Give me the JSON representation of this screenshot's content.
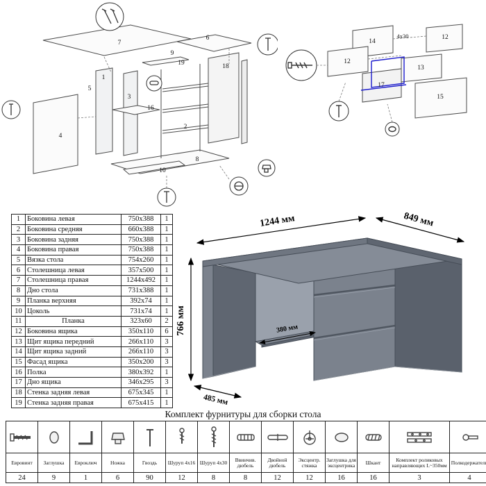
{
  "parts_table": {
    "rows": [
      {
        "num": "1",
        "name": "Боковина левая",
        "size": "750x388",
        "qty": "1"
      },
      {
        "num": "2",
        "name": "Боковина средняя",
        "size": "660x388",
        "qty": "1"
      },
      {
        "num": "3",
        "name": "Боковина задняя",
        "size": "750x388",
        "qty": "1"
      },
      {
        "num": "4",
        "name": "Боковина правая",
        "size": "750x388",
        "qty": "1"
      },
      {
        "num": "5",
        "name": "Вязка стола",
        "size": "754x260",
        "qty": "1"
      },
      {
        "num": "6",
        "name": "Столешница левая",
        "size": "357x500",
        "qty": "1"
      },
      {
        "num": "7",
        "name": "Столешница правая",
        "size": "1244x492",
        "qty": "1"
      },
      {
        "num": "8",
        "name": "Дно стола",
        "size": "731x388",
        "qty": "1"
      },
      {
        "num": "9",
        "name": "Планка верхняя",
        "size": "392x74",
        "qty": "1"
      },
      {
        "num": "10",
        "name": "Цоколь",
        "size": "731x74",
        "qty": "1"
      },
      {
        "num": "11",
        "name": "Планка",
        "size": "323x60",
        "qty": "2"
      },
      {
        "num": "12",
        "name": "Боковина ящика",
        "size": "350x110",
        "qty": "6"
      },
      {
        "num": "13",
        "name": "Щит ящика передний",
        "size": "266x110",
        "qty": "3"
      },
      {
        "num": "14",
        "name": "Щит ящика задний",
        "size": "266x110",
        "qty": "3"
      },
      {
        "num": "15",
        "name": "Фасад ящика",
        "size": "350x200",
        "qty": "3"
      },
      {
        "num": "16",
        "name": "Полка",
        "size": "380x392",
        "qty": "1"
      },
      {
        "num": "17",
        "name": "Дно ящика",
        "size": "346x295",
        "qty": "3"
      },
      {
        "num": "18",
        "name": "Стенка задняя левая",
        "size": "675x345",
        "qty": "1"
      },
      {
        "num": "19",
        "name": "Стенка задняя правая",
        "size": "675x415",
        "qty": "1"
      }
    ]
  },
  "desk": {
    "dim_width": "1244 мм",
    "dim_depth": "849 мм",
    "dim_height": "766 мм",
    "dim_shelf": "380 мм",
    "dim_base": "485 мм"
  },
  "left_diagram": {
    "labels": [
      "7",
      "6",
      "9",
      "19",
      "18",
      "5",
      "3",
      "16",
      "2",
      "8",
      "10",
      "4",
      "1"
    ]
  },
  "right_diagram": {
    "labels": [
      "14",
      "12",
      "12",
      "13",
      "17",
      "15"
    ],
    "note": "4x30"
  },
  "hardware": {
    "title": "Комплект фурнитуры для сборки стола",
    "items": [
      {
        "name": "Евровинт",
        "qty": "24"
      },
      {
        "name": "Заглушка",
        "qty": "9"
      },
      {
        "name": "Евроключ",
        "qty": "1"
      },
      {
        "name": "Ножка",
        "qty": "6"
      },
      {
        "name": "Гвоздь",
        "qty": "90"
      },
      {
        "name": "Шуруп 4x16",
        "qty": "12"
      },
      {
        "name": "Шуруп 4x30",
        "qty": "8"
      },
      {
        "name": "Ввинчив. дюбель",
        "qty": "8"
      },
      {
        "name": "Двойной дюбель",
        "qty": "12"
      },
      {
        "name": "Эксцентр. стяжка",
        "qty": "12"
      },
      {
        "name": "Заглушка для эксцентрика",
        "qty": "16"
      },
      {
        "name": "Шкант",
        "qty": "16"
      },
      {
        "name": "Комплект роликовых направляющих L~350мм",
        "qty": "3"
      },
      {
        "name": "Полкодержатель",
        "qty": "4"
      }
    ]
  },
  "colors": {
    "desk_gray": "#7b828d",
    "desk_dark": "#5a616c",
    "line": "#444444",
    "highlight_blue": "#1a1acc"
  }
}
